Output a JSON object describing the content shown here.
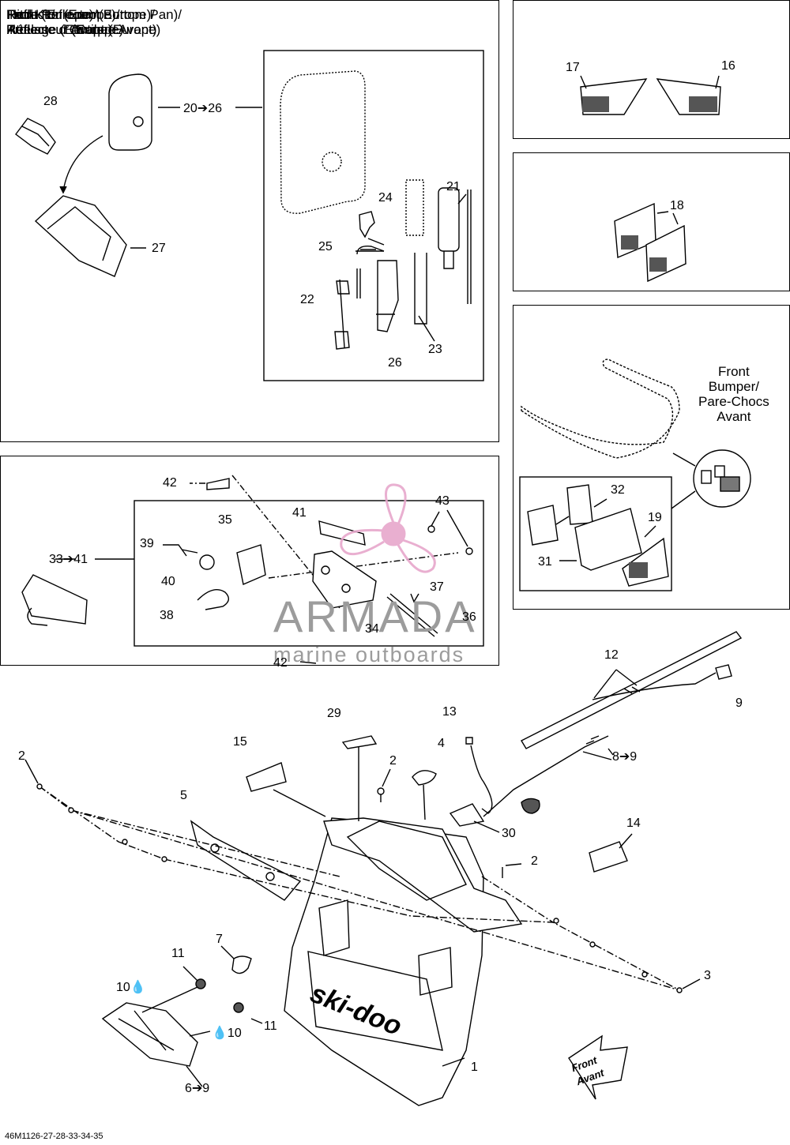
{
  "panels": {
    "tool_kit": "Tool Kit/\nTrousse d’Outils",
    "reflector_front_bottom_pan": "Reflector (Front Bottom Pan)/\nRéflecteur (Coque Avant)",
    "reflector_europe": "Reflector (Europe)/\nRéflecteur (Europe)",
    "front_reflector_europe": "Front Reflector (Europe)/\nRéflecteur Avant (Europe)",
    "hitch_europe": "Hitch (Europe)/\nAttelage (Europe)"
  },
  "front_bumper_note": "Front\nBumper/\nPare-Chocs\nAvant",
  "watermark": {
    "line1": "ARMADA",
    "line2": "marine outboards",
    "color": "#e7a7cc"
  },
  "part_labels": {
    "p28": "28",
    "p20_26": "20➔26",
    "p27": "27",
    "p24": "24",
    "p21": "21",
    "p25": "25",
    "p22": "22",
    "p23": "23",
    "p26": "26",
    "p17": "17",
    "p16": "16",
    "p18": "18",
    "p32": "32",
    "p19": "19",
    "p31": "31",
    "p42a": "42",
    "p41": "41",
    "p43": "43",
    "p35": "35",
    "p39": "39",
    "p33_41": "33➔41",
    "p40": "40",
    "p37": "37",
    "p38": "38",
    "p34": "34",
    "p36": "36",
    "p42b": "42",
    "p12": "12",
    "p9": "9",
    "p29": "29",
    "p13": "13",
    "p15": "15",
    "p4": "4",
    "p2a": "2",
    "p2b": "2",
    "p8_9": "8➔9",
    "p5": "5",
    "p30": "30",
    "p14": "14",
    "p2c": "2",
    "p7": "7",
    "p11a": "11",
    "p3": "3",
    "p10a": "10",
    "p11b": "11",
    "p10b": "10",
    "p1": "1",
    "p6_9": "6➔9"
  },
  "logo_text": "ski-doo",
  "front_arrow": "Front\nAvant",
  "drawing_code": "46M1126-27-28-33-34-35"
}
